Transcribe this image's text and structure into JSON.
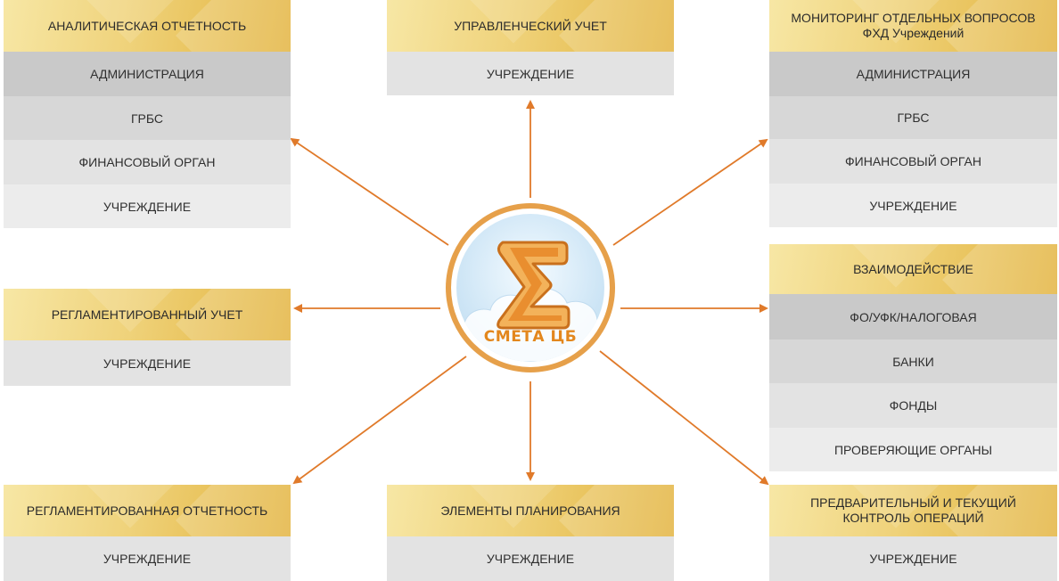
{
  "colors": {
    "arrow": "#e07a2a",
    "header_gradient": [
      "#f7e7a5",
      "#efd27a",
      "#e2b23b"
    ],
    "row_shades": [
      "#c9c9c9",
      "#d7d7d7",
      "#e3e3e3",
      "#ececec"
    ],
    "logo_orange": "#e3871d"
  },
  "center": {
    "logo_icon": "sigma-icon",
    "label": "СМЕТА ЦБ"
  },
  "blocks": {
    "analytical": {
      "title": "АНАЛИТИЧЕСКАЯ ОТЧЕТНОСТЬ",
      "rows": [
        "АДМИНИСТРАЦИЯ",
        "ГРБС",
        "ФИНАНСОВЫЙ ОРГАН",
        "УЧРЕЖДЕНИЕ"
      ]
    },
    "management": {
      "title": "УПРАВЛЕНЧЕСКИЙ УЧЕТ",
      "rows": [
        "УЧРЕЖДЕНИЕ"
      ]
    },
    "monitoring": {
      "title_line1": "МОНИТОРИНГ ОТДЕЛЬНЫХ ВОПРОСОВ",
      "title_line2": "ФХД Учреждений",
      "rows": [
        "АДМИНИСТРАЦИЯ",
        "ГРБС",
        "ФИНАНСОВЫЙ ОРГАН",
        "УЧРЕЖДЕНИЕ"
      ]
    },
    "regulated_accounting": {
      "title": "РЕГЛАМЕНТИРОВАННЫЙ УЧЕТ",
      "rows": [
        "УЧРЕЖДЕНИЕ"
      ]
    },
    "interaction": {
      "title": "ВЗАИМОДЕЙСТВИЕ",
      "rows": [
        "ФО/УФК/НАЛОГОВАЯ",
        "БАНКИ",
        "ФОНДЫ",
        "ПРОВЕРЯЮЩИЕ ОРГАНЫ"
      ]
    },
    "regulated_reporting": {
      "title": "РЕГЛАМЕНТИРОВАННАЯ ОТЧЕТНОСТЬ",
      "rows": [
        "УЧРЕЖДЕНИЕ"
      ]
    },
    "planning": {
      "title": "ЭЛЕМЕНТЫ ПЛАНИРОВАНИЯ",
      "rows": [
        "УЧРЕЖДЕНИЕ"
      ]
    },
    "control": {
      "title_line1": "ПРЕДВАРИТЕЛЬНЫЙ И ТЕКУЩИЙ",
      "title_line2": "КОНТРОЛЬ ОПЕРАЦИЙ",
      "rows": [
        "УЧРЕЖДЕНИЕ"
      ]
    }
  }
}
